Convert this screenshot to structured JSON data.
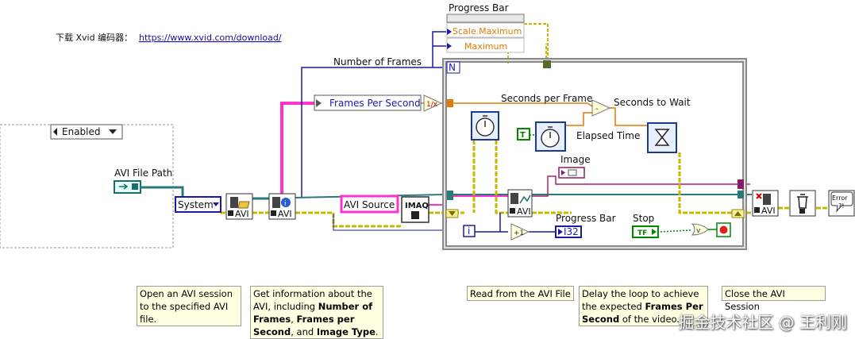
{
  "header": {
    "download_prefix": "下载 Xvid 编码器：",
    "download_link": "https://www.xvid.com/download/"
  },
  "disable_structure": {
    "selector_value": "Enabled"
  },
  "controls": {
    "avi_file_path_label": "AVI File Path",
    "system_enum": "System",
    "number_of_frames": "Number of Frames",
    "frames_per_second": "Frames Per Second",
    "avi_source": "AVI Source",
    "imaq_label": "IMAQ",
    "avi_tag": "AVI",
    "seconds_per_frame": "Seconds per Frame",
    "seconds_to_wait": "Seconds to Wait",
    "elapsed_time": "Elapsed Time",
    "image_label": "Image",
    "progress_bar_label": "Progress Bar",
    "progress_bar_type": "I32",
    "stop_label": "Stop",
    "stop_value": "TF",
    "true_const": "T",
    "iteration": "i",
    "n_terminal": "N",
    "error_label": "Error",
    "error_symbol": "?!"
  },
  "property_node": {
    "title": "Progress Bar",
    "items": [
      "Scale.Maximum",
      "Maximum"
    ]
  },
  "notes": [
    {
      "id": "open",
      "parts": [
        {
          "t": "Open an AVI session to the specified AVI file.",
          "b": false
        }
      ]
    },
    {
      "id": "info",
      "parts": [
        {
          "t": "Get information about the AVI, including ",
          "b": false
        },
        {
          "t": "Number of Frames",
          "b": true
        },
        {
          "t": ", ",
          "b": false
        },
        {
          "t": "Frames per Second",
          "b": true
        },
        {
          "t": ", and ",
          "b": false
        },
        {
          "t": "Image Type",
          "b": true
        },
        {
          "t": ".",
          "b": false
        }
      ]
    },
    {
      "id": "read",
      "parts": [
        {
          "t": "Read from the AVI File",
          "b": false
        }
      ]
    },
    {
      "id": "delay",
      "parts": [
        {
          "t": "Delay the loop to achieve the expected ",
          "b": false
        },
        {
          "t": "Frames Per Second",
          "b": true
        },
        {
          "t": " of the video.",
          "b": false
        }
      ]
    },
    {
      "id": "close",
      "parts": [
        {
          "t": "Close the AVI Session",
          "b": false
        }
      ]
    }
  ],
  "watermark": "掘金技术社区 @ 王利刚",
  "colors": {
    "refnum_wire": "#2a7a7a",
    "string_wire": "#ff33cc",
    "error_wire": "#c9b800",
    "numeric_int": "#1a1aa8",
    "numeric_float": "#e07a00",
    "boolean": "#008800",
    "note_bg": "#ffffe1"
  }
}
